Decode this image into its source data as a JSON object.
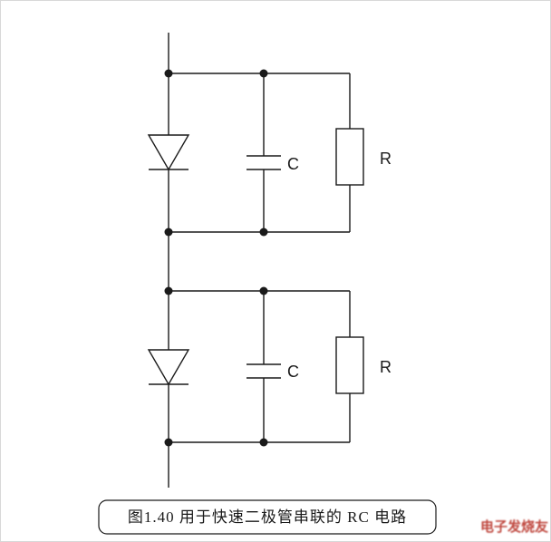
{
  "diagram": {
    "caption": "图1.40 用于快速二极管串联的 RC 电路",
    "watermark": "电子发烧友",
    "blocks": [
      {
        "cap_label": "C",
        "res_label": "R"
      },
      {
        "cap_label": "C",
        "res_label": "R"
      }
    ],
    "colors": {
      "line": "#1a1a1a",
      "watermark": "#b4271c"
    }
  }
}
